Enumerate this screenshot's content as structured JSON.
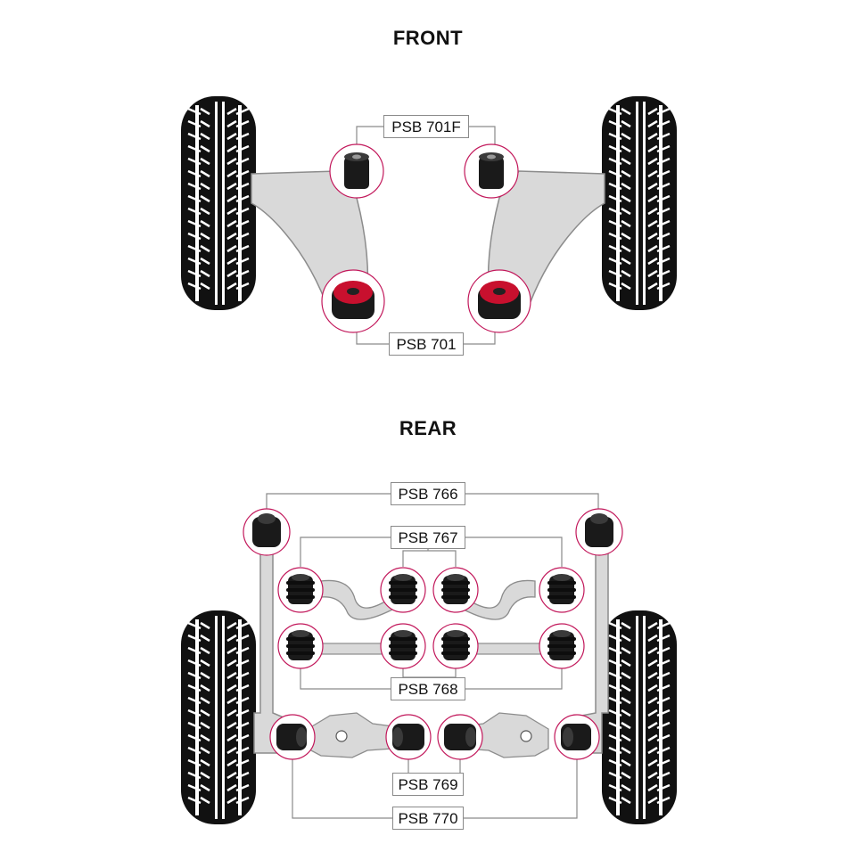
{
  "sections": {
    "front_title": "FRONT",
    "rear_title": "REAR"
  },
  "parts": {
    "psb_701f": "PSB 701F",
    "psb_701": "PSB 701",
    "psb_766": "PSB 766",
    "psb_767": "PSB 767",
    "psb_768": "PSB 768",
    "psb_769": "PSB 769",
    "psb_770": "PSB 770"
  },
  "colors": {
    "arm_fill": "#d9d9d9",
    "arm_stroke": "#8c8c8c",
    "leader": "#8a8a8a",
    "circle_ring": "#c2185b",
    "bush_black": "#1a1a1a",
    "bush_red": "#c8102e",
    "tyre": "#111111"
  }
}
